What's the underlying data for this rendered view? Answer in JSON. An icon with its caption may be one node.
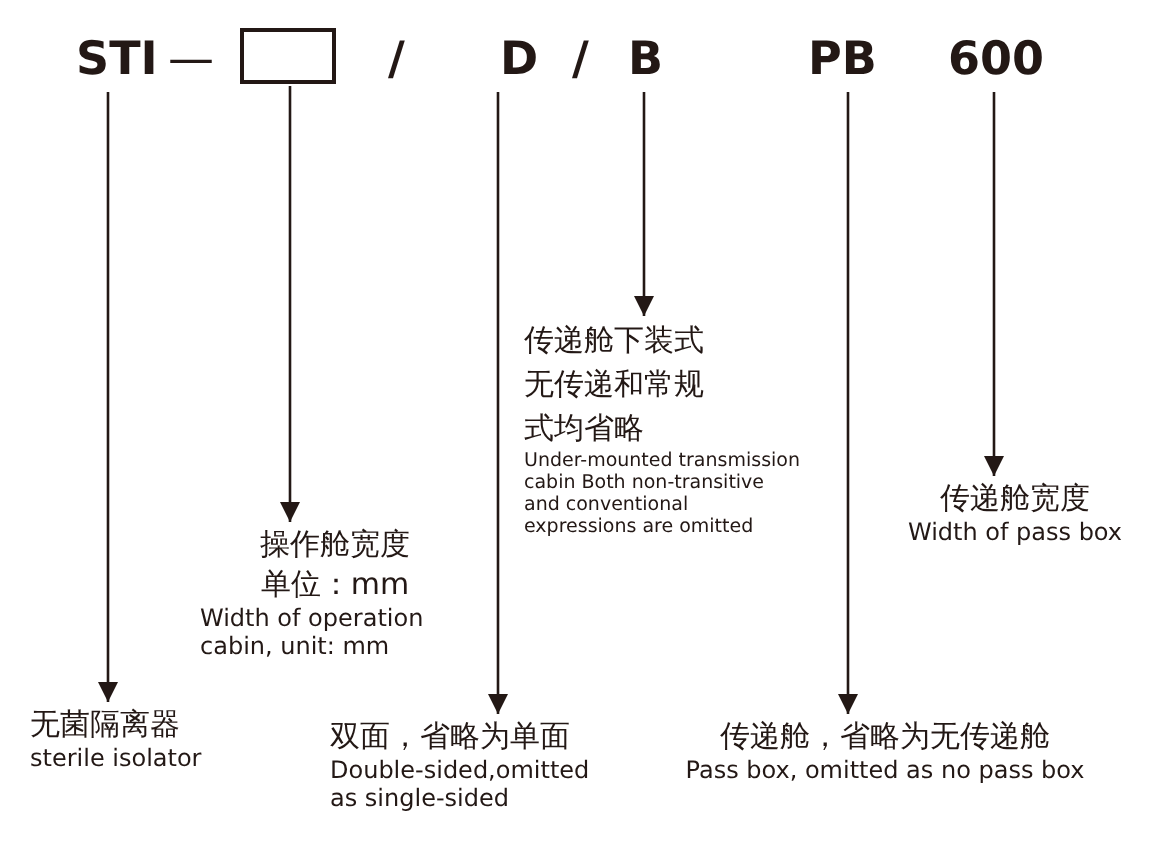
{
  "diagram": {
    "nodes": [
      {
        "text": [
          "STI"
        ]
      },
      {
        "text": [],
        "shape": "box"
      },
      {
        "text": [
          "D"
        ]
      },
      {
        "text": [
          "B"
        ]
      },
      {
        "text": [
          "PB"
        ]
      },
      {
        "text": [
          "600"
        ]
      },
      {
        "text": [
          "无菌隔离器",
          "sterile isolator"
        ]
      },
      {
        "text": [
          "操作舱宽度",
          "单位：mm",
          "Width of operation cabin, unit: mm"
        ]
      },
      {
        "text": [
          "传递舱下装式无传递和常规式均省略",
          "Under-mounted transmission cabin Both non-transitive and conventional expressions are omitted"
        ]
      },
      {
        "text": [
          "传递舱宽度",
          "Width of pass box"
        ]
      },
      {
        "text": [
          "双面，省略为单面",
          "Double-sided,omitted as single-sided"
        ]
      },
      {
        "text": [
          "传递舱，省略为无传递舱",
          "Pass box, omitted as no pass box"
        ]
      }
    ],
    "edges": [
      {
        "from": 0,
        "to": 6,
        "arrow": "to"
      },
      {
        "from": 1,
        "to": 7,
        "arrow": "to"
      },
      {
        "from": 2,
        "to": 10,
        "arrow": "to"
      },
      {
        "from": 3,
        "to": 8,
        "arrow": "to"
      },
      {
        "from": 4,
        "to": 11,
        "arrow": "to"
      },
      {
        "from": 5,
        "to": 9,
        "arrow": "to"
      }
    ],
    "labels": [
      "—",
      "/",
      "/"
    ]
  }
}
